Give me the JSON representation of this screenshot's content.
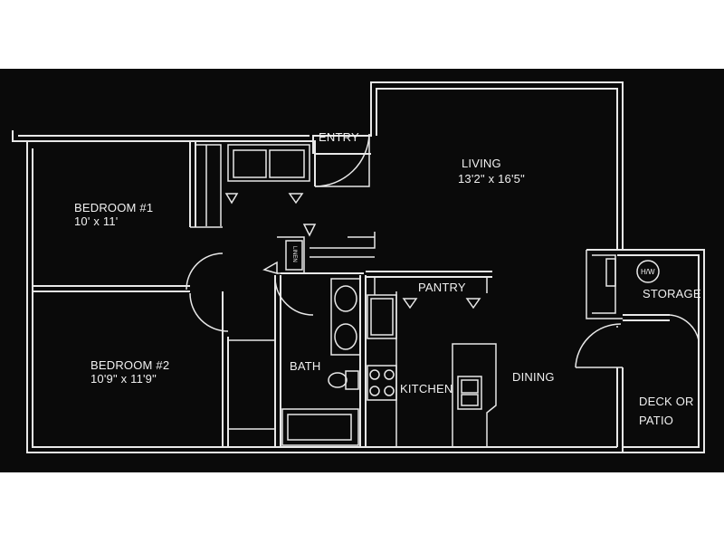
{
  "rooms": {
    "entry": "ENTRY",
    "living": {
      "name": "LIVING",
      "dims": "13'2\" x 16'5\""
    },
    "bedroom1": {
      "name": "BEDROOM #1",
      "dims": "10' x 11'"
    },
    "bedroom2": {
      "name": "BEDROOM #2",
      "dims": "10'9\" x 11'9\""
    },
    "pantry": "PANTRY",
    "bath": "BATH",
    "kitchen": "KITCHEN",
    "dining": "DINING",
    "storage": "STORAGE",
    "deck": {
      "line1": "DECK OR",
      "line2": "PATIO"
    },
    "linen": "LINEN",
    "water_heater": "H/W"
  },
  "colors": {
    "background": "#0a0a0a",
    "lines": "#e8e8e8"
  }
}
